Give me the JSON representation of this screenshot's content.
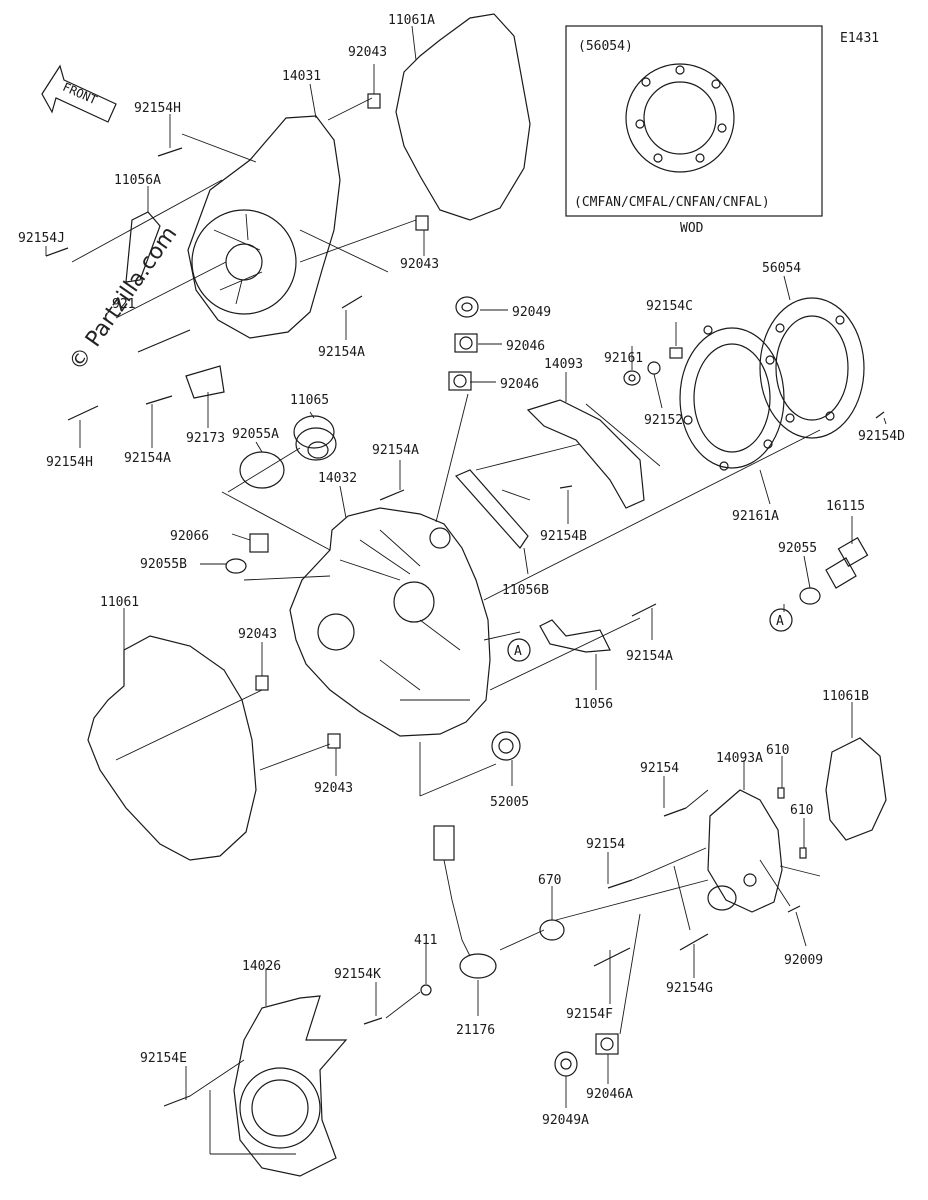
{
  "diagram": {
    "code": "E1431",
    "watermark": "© Partzilla.com",
    "front_label": "FRONT",
    "inset": {
      "part_ref": "(56054)",
      "models": "(CMFAN/CMFAL/CNFAN/CNFAL)",
      "note": "WOD"
    },
    "callouts": {
      "c_14031": "14031",
      "c_11061A": "11061A",
      "c_92043_a": "92043",
      "c_92154H_a": "92154H",
      "c_11056A": "11056A",
      "c_92154J": "92154J",
      "c_921xx": "921",
      "c_92043_b": "92043",
      "c_92154A_a": "92154A",
      "c_92154H_b": "92154H",
      "c_92154A_b": "92154A",
      "c_92173": "92173",
      "c_92055A": "92055A",
      "c_11065": "11065",
      "c_92049": "92049",
      "c_92046_a": "92046",
      "c_92046_b": "92046",
      "c_14093": "14093",
      "c_92161": "92161",
      "c_92154C": "92154C",
      "c_92152": "92152",
      "c_56054": "56054",
      "c_92154D": "92154D",
      "c_92161A": "92161A",
      "c_16115": "16115",
      "c_92055": "92055",
      "c_A_right": "A",
      "c_92154A_c": "92154A",
      "c_14032": "14032",
      "c_92154B": "92154B",
      "c_11056B": "11056B",
      "c_92066": "92066",
      "c_92055B": "92055B",
      "c_11061": "11061",
      "c_92043_c": "92043",
      "c_A_center": "A",
      "c_92154A_d": "92154A",
      "c_11056": "11056",
      "c_11061B": "11061B",
      "c_92043_d": "92043",
      "c_52005": "52005",
      "c_92154_a": "92154",
      "c_14093A": "14093A",
      "c_610_a": "610",
      "c_610_b": "610",
      "c_92154_b": "92154",
      "c_670": "670",
      "c_92009": "92009",
      "c_411": "411",
      "c_92154K": "92154K",
      "c_21176": "21176",
      "c_14026": "14026",
      "c_92154F": "92154F",
      "c_92154G": "92154G",
      "c_92154E": "92154E",
      "c_92046A": "92046A",
      "c_92049A": "92049A"
    }
  }
}
